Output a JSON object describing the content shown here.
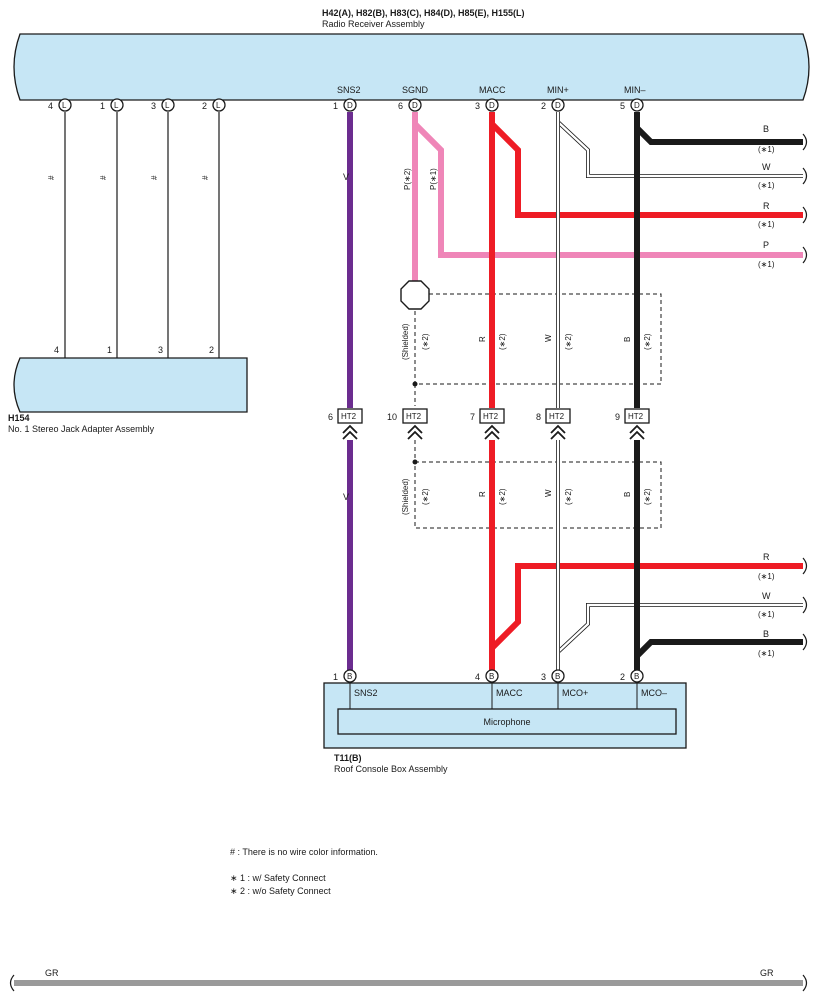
{
  "top_connector": {
    "title": "H42(A), H82(B), H83(C), H84(D), H85(E), H155(L)",
    "name": "Radio Receiver Assembly",
    "signals": [
      "SNS2",
      "SGND",
      "MACC",
      "MIN+",
      "MIN–"
    ],
    "pins": [
      {
        "num": "4",
        "code": "L"
      },
      {
        "num": "1",
        "code": "L"
      },
      {
        "num": "3",
        "code": "L"
      },
      {
        "num": "2",
        "code": "L"
      },
      {
        "num": "1",
        "code": "D"
      },
      {
        "num": "6",
        "code": "D"
      },
      {
        "num": "3",
        "code": "D"
      },
      {
        "num": "2",
        "code": "D"
      },
      {
        "num": "5",
        "code": "D"
      }
    ]
  },
  "left_connector": {
    "title": "H154",
    "name": "No. 1 Stereo Jack Adapter Assembly",
    "pins": [
      "4",
      "1",
      "3",
      "2"
    ],
    "wire_marks": [
      "#",
      "#",
      "#",
      "#"
    ]
  },
  "junction": {
    "code": "HT2",
    "pins": [
      "6",
      "10",
      "7",
      "8",
      "9"
    ]
  },
  "bottom_connector": {
    "title": "T11(B)",
    "name": "Roof Console Box Assembly",
    "inner_label": "Microphone",
    "signals": [
      "SNS2",
      "MACC",
      "MCO+",
      "MCO–"
    ],
    "pins": [
      {
        "num": "1",
        "code": "B"
      },
      {
        "num": "4",
        "code": "B"
      },
      {
        "num": "3",
        "code": "B"
      },
      {
        "num": "2",
        "code": "B"
      }
    ]
  },
  "wire_labels": {
    "v_upper": "V",
    "v_lower": "V",
    "p_star2": "P(∗2)",
    "p_star1": "P(∗1)",
    "shield_upper": "(Shielded)",
    "shield_lower": "(Shielded)",
    "star2": "(∗2)",
    "r": "R",
    "w": "W",
    "b": "B"
  },
  "right_branches_top": [
    {
      "color": "B",
      "note": "(∗1)"
    },
    {
      "color": "W",
      "note": "(∗1)"
    },
    {
      "color": "R",
      "note": "(∗1)"
    },
    {
      "color": "P",
      "note": "(∗1)"
    }
  ],
  "right_branches_bottom": [
    {
      "color": "R",
      "note": "(∗1)"
    },
    {
      "color": "W",
      "note": "(∗1)"
    },
    {
      "color": "B",
      "note": "(∗1)"
    }
  ],
  "notes": {
    "hash": "# : There is no wire color information.",
    "star1": "∗ 1 : w/ Safety Connect",
    "star2": "∗ 2 : w/o Safety Connect"
  },
  "gr_bar": {
    "left": "GR",
    "right": "GR"
  },
  "colors": {
    "violet": "#6b2c8f",
    "pink": "#ef86b8",
    "red": "#ee1c25",
    "black": "#1a1a1a",
    "white_wire": "#ffffff",
    "gray": "#9a9a9a",
    "box_fill": "#c6e6f5"
  }
}
